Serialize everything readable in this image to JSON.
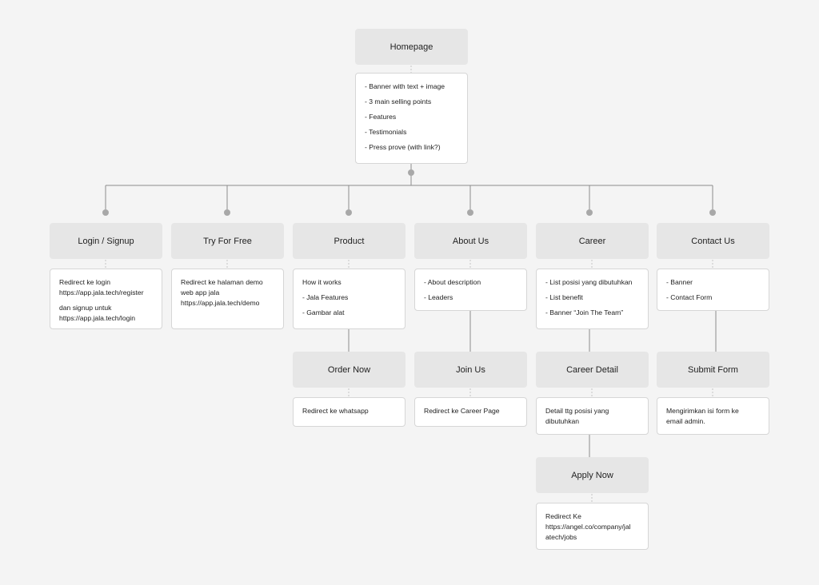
{
  "homepage": {
    "title": "Homepage",
    "items": [
      "- Banner with text + image",
      "- 3 main selling points",
      "- Features",
      "- Testimonials",
      "- Press prove (with link?)"
    ]
  },
  "login": {
    "title": "Login / Signup",
    "lines": [
      "Redirect ke login",
      "https://app.jala.tech/register",
      "dan signup untuk",
      "https://app.jala.tech/login"
    ]
  },
  "try": {
    "title": "Try For Free",
    "lines": [
      "Redirect ke halaman demo",
      "web app jala",
      "https://app.jala.tech/demo"
    ]
  },
  "product": {
    "title": "Product",
    "items": [
      " How it works",
      "- Jala Features",
      "- Gambar alat"
    ]
  },
  "order": {
    "title": "Order Now",
    "text": "Redirect ke whatsapp"
  },
  "about": {
    "title": "About Us",
    "items": [
      "- About description",
      "- Leaders"
    ]
  },
  "join": {
    "title": "Join Us",
    "text": "Redirect ke Career Page"
  },
  "career": {
    "title": "Career",
    "items": [
      "- List posisi yang dibutuhkan",
      "- List benefit",
      "- Banner “Join The Team”"
    ]
  },
  "career_detail": {
    "title": "Career Detail",
    "lines": [
      "Detail ttg posisi yang",
      "dibutuhkan"
    ]
  },
  "apply": {
    "title": "Apply Now",
    "lines": [
      "Redirect Ke",
      "https://angel.co/company/jal",
      "atech/jobs"
    ]
  },
  "contact": {
    "title": "Contact Us",
    "items": [
      "- Banner",
      "- Contact Form"
    ]
  },
  "submit": {
    "title": "Submit Form",
    "lines": [
      "Mengirimkan isi form ke",
      "email admin."
    ]
  },
  "colors": {
    "background": "#f4f4f4",
    "header_fill": "#e6e6e6",
    "card_fill": "#ffffff",
    "connector": "#8c8c8c",
    "node_dot": "#a8a8a8"
  }
}
